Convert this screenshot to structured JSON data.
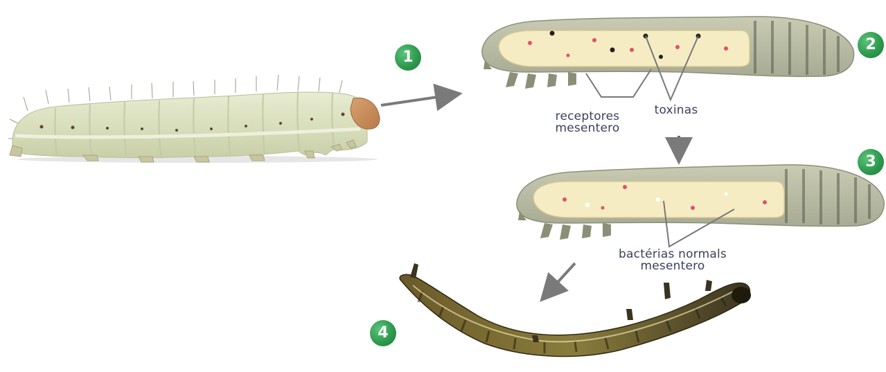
{
  "steps": [
    "1",
    "2",
    "3",
    "4"
  ],
  "labels": {
    "receptores_line1": "receptores",
    "receptores_line2": "mesentero",
    "toxinas": "toxinas",
    "bacterias_line1": "bactérias normals",
    "bacterias_line2": "mesentero"
  },
  "colors": {
    "badge": "#2e9a4e",
    "arrow": "#7a7a7a",
    "label_text": "#3a3f5a",
    "larva_body": "#dfe3c8",
    "gut": "#f6ecc4",
    "receptor_dot": "#e0506a"
  }
}
